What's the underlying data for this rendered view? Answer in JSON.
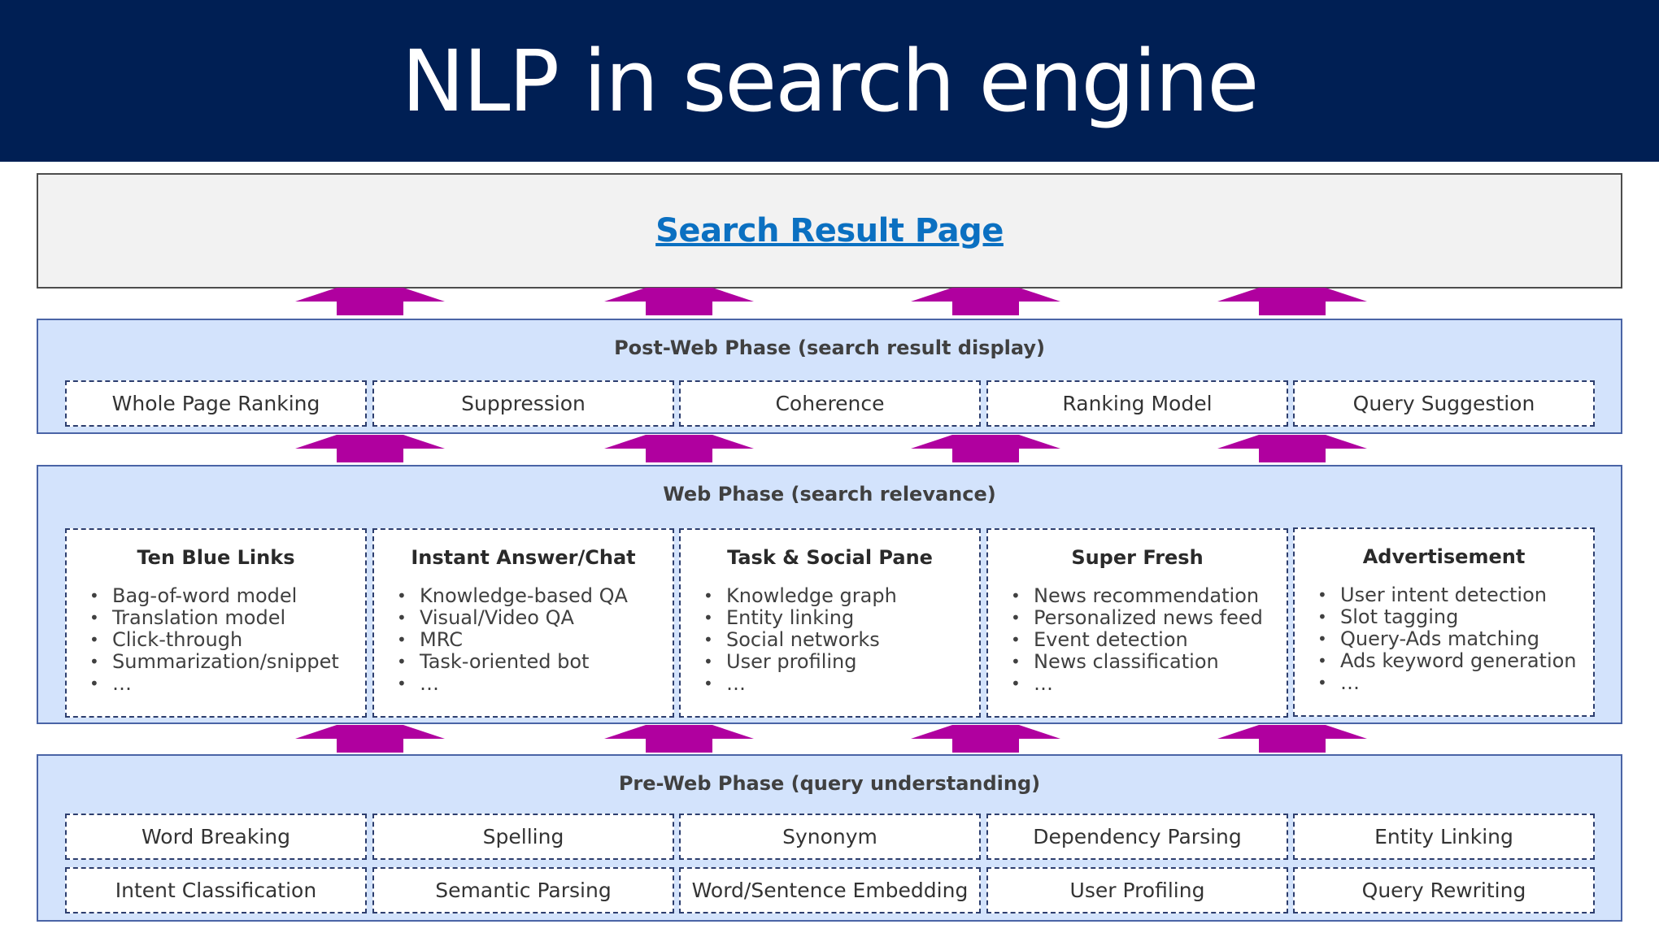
{
  "title": "NLP in search engine",
  "search_result_page": "Search Result Page",
  "colors": {
    "title_bar": "#001f54",
    "phase_fill": "#d3e3fc",
    "arrow": "#b0009f",
    "link": "#0b70c1"
  },
  "arrow_icon": "up-arrow-icon",
  "post_web": {
    "title": "Post-Web Phase (search result display)",
    "items": [
      "Whole Page Ranking",
      "Suppression",
      "Coherence",
      "Ranking Model",
      "Query Suggestion"
    ]
  },
  "web": {
    "title": "Web Phase (search relevance)",
    "columns": [
      {
        "title": "Ten Blue Links",
        "items": [
          "Bag-of-word model",
          "Translation model",
          "Click-through",
          "Summarization/snippet",
          "…"
        ]
      },
      {
        "title": "Instant Answer/Chat",
        "items": [
          "Knowledge-based QA",
          "Visual/Video QA",
          "MRC",
          "Task-oriented bot",
          "…"
        ]
      },
      {
        "title": "Task & Social Pane",
        "items": [
          "Knowledge graph",
          "Entity linking",
          "Social networks",
          "User profiling",
          "…"
        ]
      },
      {
        "title": "Super Fresh",
        "items": [
          "News recommendation",
          "Personalized news feed",
          "Event detection",
          "News classification",
          "…"
        ]
      },
      {
        "title": "Advertisement",
        "items": [
          "User intent detection",
          "Slot tagging",
          "Query-Ads matching",
          "Ads keyword generation",
          "…"
        ]
      }
    ]
  },
  "pre_web": {
    "title": "Pre-Web Phase (query understanding)",
    "row1": [
      "Word Breaking",
      "Spelling",
      "Synonym",
      "Dependency Parsing",
      "Entity Linking"
    ],
    "row2": [
      "Intent Classification",
      "Semantic Parsing",
      "Word/Sentence Embedding",
      "User Profiling",
      "Query Rewriting"
    ]
  }
}
